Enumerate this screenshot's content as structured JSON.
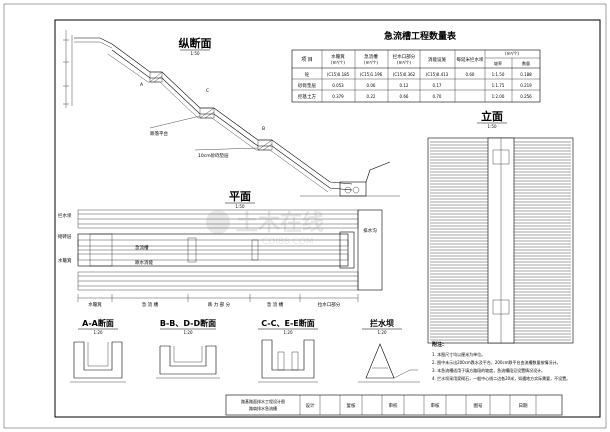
{
  "zongduanmian": {
    "title": "纵断面",
    "scale": "1:50"
  },
  "profile_labels": {
    "platform": "跌落平台",
    "bedding": "10cm砂砾垫层",
    "a": "A",
    "c": "C",
    "b": "B"
  },
  "quantity_table": {
    "title": "急流槽工程数量表",
    "col_item": "项 目",
    "col_groups": [
      "水簸箕",
      "急流槽",
      "拦水口部分",
      "消能设施",
      "每延米拦水坝"
    ],
    "col_units": [
      "(m³/个)",
      "(m³/个)",
      "(m³/个)",
      "",
      "(m³/个)"
    ],
    "subcol": [
      "坡率",
      "数量"
    ],
    "rows": [
      {
        "label": "砼",
        "v": [
          "(C15)0.185",
          "(C15)1.196",
          "(C15)0.362",
          "(C15)0.413",
          "0.60",
          "1:1.50",
          "0.188"
        ]
      },
      {
        "label": "砂砾垫层",
        "v": [
          "0.053",
          "0.06",
          "0.12",
          "0.17",
          "",
          "1:1.75",
          "0.219"
        ]
      },
      {
        "label": "挖基土方",
        "v": [
          "0.379",
          "0.22",
          "0.66",
          "0.70",
          "",
          "1:2.00",
          "0.256"
        ]
      }
    ]
  },
  "pingmian": {
    "title": "平面",
    "scale": "1:50",
    "left_labels": [
      "拦水坝",
      "砌砖层",
      "水簸箕"
    ],
    "channel_top": "急流槽",
    "channel_bot": "跌水消能",
    "right_label": "排水沟",
    "bottom_dims": [
      "水簸箕",
      "急 流 槽",
      "跌 力 部 分",
      "急 流 槽",
      "拉水口部分"
    ]
  },
  "limian": {
    "title": "立面",
    "scale": "1:50"
  },
  "sections": [
    {
      "title": "A-A断面",
      "scale": "1:20"
    },
    {
      "title": "B-B、D-D断面",
      "scale": "1:20"
    },
    {
      "title": "C-C、E-E断面",
      "scale": "1:20"
    },
    {
      "title": "拦水坝",
      "scale": "1:20"
    }
  ],
  "notes": {
    "heading": "附注:",
    "items": [
      "1. 本图尺寸均以厘米为单位。",
      "2. 图中未示出200cm跌水及平台，200cm跌平台由流槽数量按情况计。",
      "3. 本急流槽适用于填方路段的坡度，急流槽段见设置情况设计。",
      "4. 拦水坝采用浆砌石，一般中心线二边各20米，如遇地方实际需要，不设置。"
    ]
  },
  "title_block": {
    "drawing_name_1": "路基路面排水工程设计图",
    "drawing_name_2": "路肩排水急流槽",
    "cells": [
      "设计",
      "复核",
      "审校",
      "审核",
      "图号",
      "日期"
    ]
  },
  "watermark": {
    "text": "土木在线",
    "sub": "COI88.COM"
  }
}
